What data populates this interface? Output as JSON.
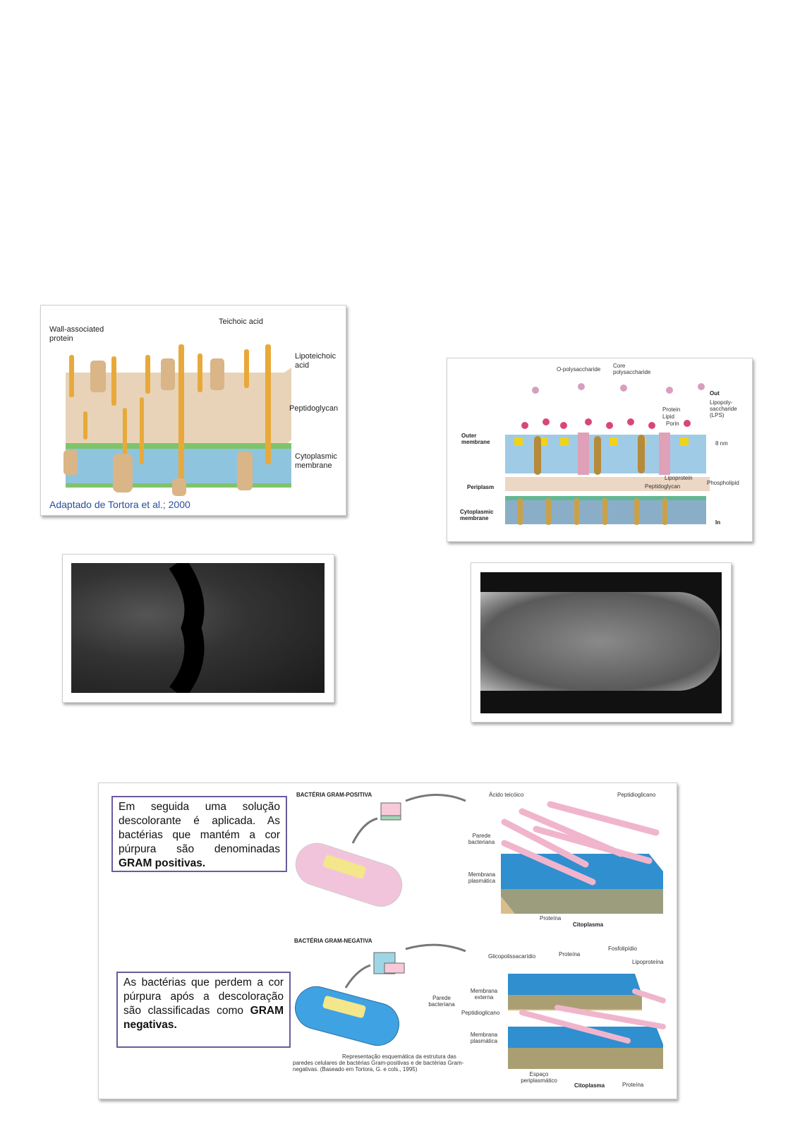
{
  "figure_gram_positive_wall": {
    "labels": {
      "wall_protein": "Wall-associated protein",
      "teichoic": "Teichoic acid",
      "lipoteichoic": "Lipoteichoic acid",
      "peptidoglycan": "Peptidoglycan",
      "cytoplasmic": "Cytoplasmic membrane"
    },
    "caption": "Adaptado de Tortora et al.; 2000"
  },
  "figure_gram_negative_wall": {
    "labels": {
      "o_poly": "O-polysaccharide",
      "core_poly": "Core polysaccharide",
      "out": "Out",
      "lps": "Lipopoly-saccharide (LPS)",
      "protein": "Protein",
      "lipid": "Lipid",
      "porin": "Porin",
      "nm": "8 nm",
      "outer_membrane": "Outer membrane",
      "periplasm": "Periplasm",
      "lipoprotein": "Lipoprotein",
      "peptidoglycan": "Peptidoglycan",
      "phospholipid": "Phospholipid",
      "cytoplasmic": "Cytoplasmic membrane",
      "in": "In"
    }
  },
  "gram_figure": {
    "box_positive": {
      "text": "Em seguida uma solução descolorante é aplicada. As bactérias que mantém a cor púrpura são denominadas",
      "bold": "GRAM positivas."
    },
    "box_negative": {
      "text": "As bactérias que perdem a cor púrpura após a descoloração são classificadas como",
      "bold": "GRAM negativas."
    },
    "title_positive": "BACTÉRIA GRAM-POSITIVA",
    "title_negative": "BACTÉRIA GRAM-NEGATIVA",
    "pos_labels": {
      "acido": "Ácido teicóico",
      "pept": "Peptidioglicano",
      "parede": "Parede bacteriana",
      "membrana": "Membrana plasmática",
      "proteina": "Proteína",
      "citoplasma": "Citoplasma"
    },
    "neg_labels": {
      "glico": "Glicopolissacarídio",
      "proteina": "Proteína",
      "fosfo": "Fosfolipídio",
      "lipo": "Lipoproteína",
      "parede": "Parede bacteriana",
      "externa": "Membrana externa",
      "pept": "Peptidioglicano",
      "membrana": "Membrana plasmática",
      "espaco": "Espaço periplasmático",
      "citoplasma": "Citoplasma",
      "proteina2": "Proteína"
    },
    "caption": "Representação esquemática da estrutura das paredes celulares de bactérias Gram-positivas e de bactérias Gram-negativas. (Baseado em Tortora, G. e cols., 1995)"
  }
}
